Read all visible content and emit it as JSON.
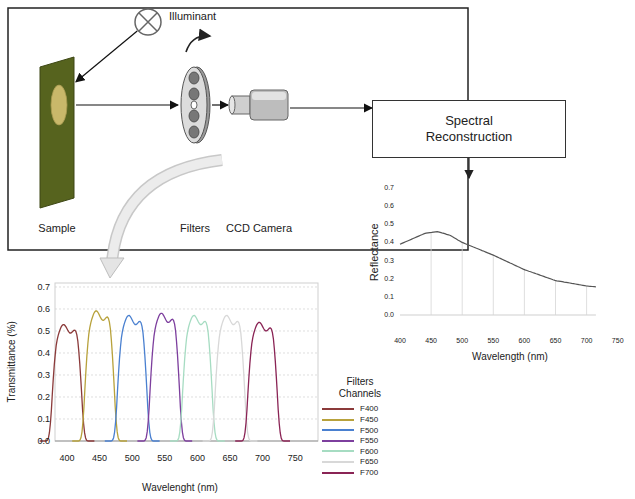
{
  "diagram": {
    "nodes": [
      {
        "text": [
          "Illuminant"
        ]
      },
      {
        "text": [
          "Sample"
        ]
      },
      {
        "text": [
          "Filters"
        ]
      },
      {
        "text": [
          "CCD Camera"
        ]
      },
      {
        "text": [
          "Spectral Reconstruction"
        ]
      }
    ],
    "edges": [
      {
        "from": 0,
        "to": 1,
        "arrow": "to"
      },
      {
        "from": 1,
        "to": 2,
        "arrow": "to"
      },
      {
        "from": 2,
        "to": 3,
        "arrow": "to"
      },
      {
        "from": 3,
        "to": 4,
        "arrow": "to"
      }
    ],
    "labels": [
      "0.7",
      "0.6",
      "0.5",
      "0.4",
      "0.3",
      "0.2",
      "0.1",
      "0.0",
      "400",
      "450",
      "500",
      "550",
      "600",
      "650",
      "700",
      "750",
      "Reflectance",
      "Wavelength (nm)",
      "0.7",
      "0.6",
      "0.5",
      "0.4",
      "0.3",
      "0.2",
      "0.1",
      "0.0",
      "400",
      "450",
      "500",
      "550",
      "600",
      "650",
      "700",
      "750",
      "Transmittance (%)",
      "Wavelenght (nm)",
      "Filters Channels"
    ],
    "legend": [
      {
        "text": "F400",
        "color": "#8b3a3a"
      },
      {
        "text": "F450",
        "color": "#b8a23c"
      },
      {
        "text": "F500",
        "color": "#4a80d0"
      },
      {
        "text": "F550",
        "color": "#7d3f9e"
      },
      {
        "text": "F600",
        "color": "#a6dcc2"
      },
      {
        "text": "F650",
        "color": "#d8d8d8"
      },
      {
        "text": "F700",
        "color": "#8a2455"
      }
    ]
  }
}
